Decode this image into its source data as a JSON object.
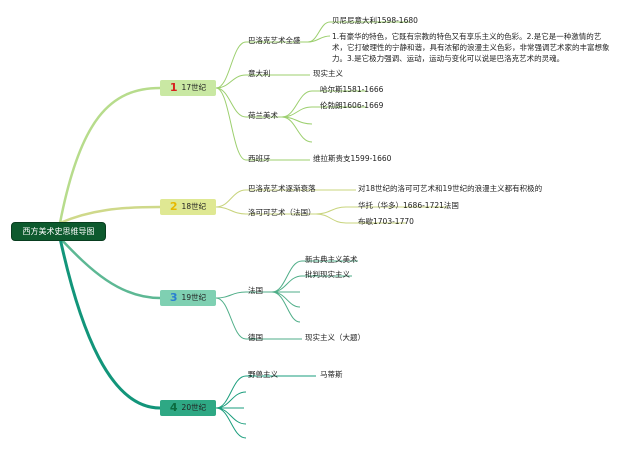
{
  "root": {
    "label": "西方美术史思维导图"
  },
  "centuries": [
    {
      "num": "1",
      "label": "17世纪",
      "bg": "#c9e8a3",
      "num_color": "#d6201e"
    },
    {
      "num": "2",
      "label": "18世纪",
      "bg": "#dfe893",
      "num_color": "#e6b800"
    },
    {
      "num": "3",
      "label": "19世纪",
      "bg": "#7fd0b2",
      "num_color": "#2a7fd1"
    },
    {
      "num": "4",
      "label": "20世纪",
      "bg": "#2ea884",
      "num_color": "#0b6b3e"
    }
  ],
  "c17": {
    "baroque": "巴洛克艺术全盛",
    "bernini": "贝尼尼意大利1598-1680",
    "baroque_desc": "1.有豪华的特色，它既有宗教的特色又有享乐主义的色彩。2.是它是一种激情的艺术，它打破理性的宁静和谐，具有浓郁的浪漫主义色彩，非常强调艺术家的丰富想象力。3.是它极力强调、运动，运动与变化可以说是巴洛克艺术的灵魂。",
    "italy": "意大利",
    "italy_realism": "现实主义",
    "netherlands": "荷兰美术",
    "hals": "哈尔斯1581-1666",
    "rembrandt": "伦勃朗1606-1669",
    "spain": "西班牙",
    "velazquez": "维拉斯贵支1599-1660"
  },
  "c18": {
    "baroque_decline": "巴洛克艺术逐渐衰落",
    "rococo_note": "对18世纪的洛可可艺术和19世纪的浪漫主义都有积极的",
    "rococo": "洛可可艺术（法国）",
    "watteau": "华托（华多）1686-1721法国",
    "boucher": "布歇1703-1770"
  },
  "c19": {
    "france": "法国",
    "neoclassicism": "新古典主义美术",
    "critical_realism": "批判现实主义",
    "germany": "德国",
    "germany_realism": "现实主义（大题）"
  },
  "c20": {
    "fauvism": "野兽主义",
    "matisse": "马蒂斯"
  }
}
